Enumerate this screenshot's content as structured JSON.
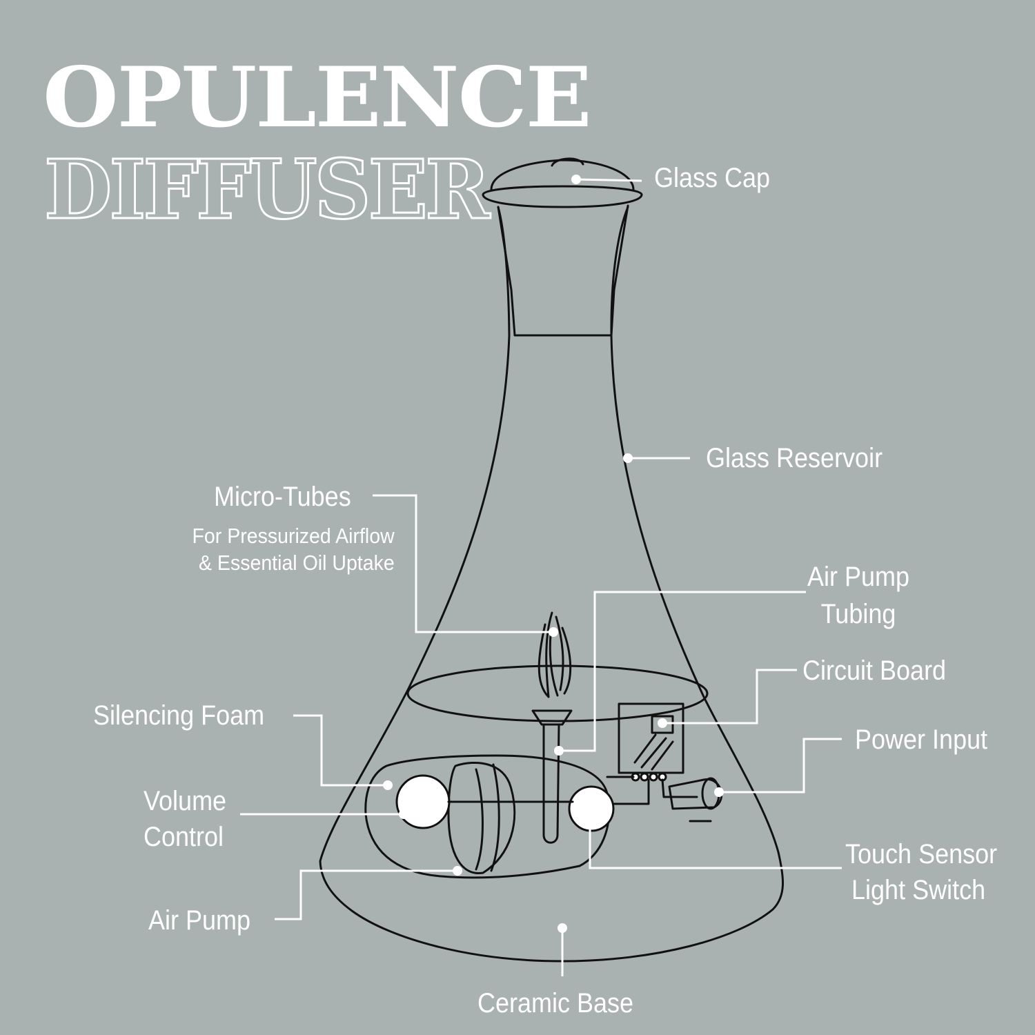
{
  "title": {
    "line1": "OPULENCE",
    "line2": "DIFFUSER"
  },
  "labels": {
    "glass_cap": "Glass Cap",
    "glass_reservoir": "Glass Reservoir",
    "micro_tubes": "Micro-Tubes",
    "micro_tubes_note": [
      "For Pressurized Airflow",
      "& Essential Oil Uptake"
    ],
    "air_pump_tubing": [
      "Air Pump",
      "Tubing"
    ],
    "circuit_board": "Circuit Board",
    "silencing_foam": "Silencing Foam",
    "power_input": "Power Input",
    "volume_control": [
      "Volume",
      "Control"
    ],
    "touch_sensor": [
      "Touch Sensor",
      "Light Switch"
    ],
    "air_pump": "Air Pump",
    "ceramic_base": "Ceramic Base"
  },
  "colors": {
    "background": "#a9b2b0",
    "text": "#ffffff",
    "drawing": "#111111"
  }
}
